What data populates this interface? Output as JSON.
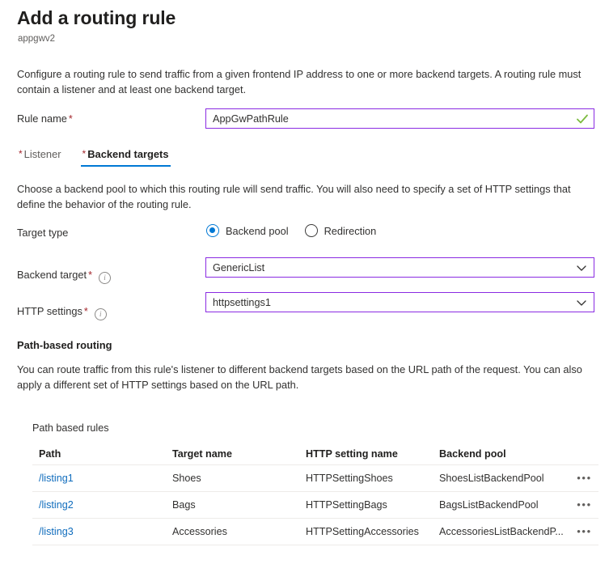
{
  "header": {
    "title": "Add a routing rule",
    "subtitle": "appgwv2"
  },
  "intro": "Configure a routing rule to send traffic from a given frontend IP address to one or more backend targets. A routing rule must contain a listener and at least one backend target.",
  "rule_name": {
    "label": "Rule name",
    "required_marker": "*",
    "value": "AppGwPathRule",
    "validation_icon": "checkmark-icon"
  },
  "tabs": [
    {
      "label": "Listener",
      "required_marker": "*",
      "active": false
    },
    {
      "label": "Backend targets",
      "required_marker": "*",
      "active": true
    }
  ],
  "section": {
    "description": "Choose a backend pool to which this routing rule will send traffic. You will also need to specify a set of HTTP settings that define the behavior of the routing rule."
  },
  "target_type": {
    "label": "Target type",
    "options": [
      {
        "label": "Backend pool",
        "selected": true
      },
      {
        "label": "Redirection",
        "selected": false
      }
    ]
  },
  "backend_target": {
    "label": "Backend target",
    "required_marker": "*",
    "info_icon": "info-icon",
    "value": "GenericList"
  },
  "http_settings": {
    "label": "HTTP settings",
    "required_marker": "*",
    "info_icon": "info-icon",
    "value": "httpsettings1"
  },
  "path_based_routing": {
    "title": "Path-based routing",
    "description": "You can route traffic from this rule's listener to different backend targets based on the URL path of the request. You can also apply a different set of HTTP settings based on the URL path.",
    "table_caption": "Path based rules",
    "columns": [
      "Path",
      "Target name",
      "HTTP setting name",
      "Backend pool"
    ],
    "rows": [
      {
        "path": "/listing1",
        "target_name": "Shoes",
        "http_setting_name": "HTTPSettingShoes",
        "backend_pool": "ShoesListBackendPool",
        "menu": "•••"
      },
      {
        "path": "/listing2",
        "target_name": "Bags",
        "http_setting_name": "HTTPSettingBags",
        "backend_pool": "BagsListBackendPool",
        "menu": "•••"
      },
      {
        "path": "/listing3",
        "target_name": "Accessories",
        "http_setting_name": "HTTPSettingAccessories",
        "backend_pool": "AccessoriesListBackendP...",
        "menu": "•••"
      }
    ]
  },
  "colors": {
    "accent_blue": "#0078d4",
    "link_blue": "#0f6cbd",
    "field_border_purple": "#8a2be2",
    "required_red": "#a4262c",
    "valid_green": "#7cbb3f",
    "text_primary": "#323130",
    "text_secondary": "#605e5c"
  }
}
